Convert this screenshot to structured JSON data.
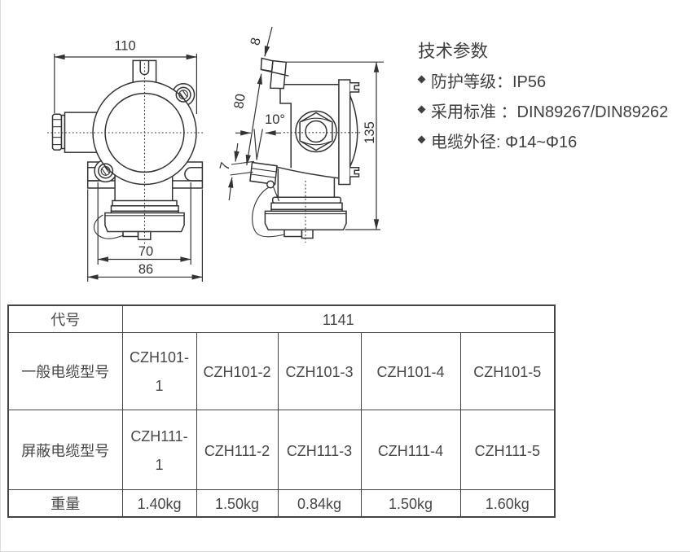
{
  "page": {
    "background": "#ffffff",
    "frame_border_color": "#dcdcdc",
    "ink_color": "#333333",
    "text_color": "#404040"
  },
  "drawing": {
    "name": "plug-technical-drawing",
    "front_view": {
      "dim_overall_width": "110",
      "dim_socket_width": "70",
      "dim_flange_width": "86"
    },
    "side_view": {
      "dim_gland_top": "8",
      "dim_gland_length": "80",
      "dim_tilt_angle": "10°",
      "dim_cable_gap": "7",
      "dim_overall_height": "135"
    }
  },
  "specs": {
    "title": "技术参数",
    "items": [
      {
        "text": "防护等级：IP56"
      },
      {
        "text": "采用标准 ：DIN89267/DIN89262"
      },
      {
        "text": "电缆外径: Φ14~Φ16"
      }
    ]
  },
  "table": {
    "code_label": "代号",
    "code_value": "1141",
    "rows": [
      {
        "label": "一般电缆型号",
        "values": [
          "CZH101-1",
          "CZH101-2",
          "CZH101-3",
          "CZH101-4",
          "CZH101-5"
        ]
      },
      {
        "label": "屏蔽电缆型号",
        "values": [
          "CZH111-1",
          "CZH111-2",
          "CZH111-3",
          "CZH111-4",
          "CZH111-5"
        ]
      },
      {
        "label": "重量",
        "values": [
          "1.40kg",
          "1.50kg",
          "0.84kg",
          "1.50kg",
          "1.60kg"
        ]
      }
    ]
  }
}
